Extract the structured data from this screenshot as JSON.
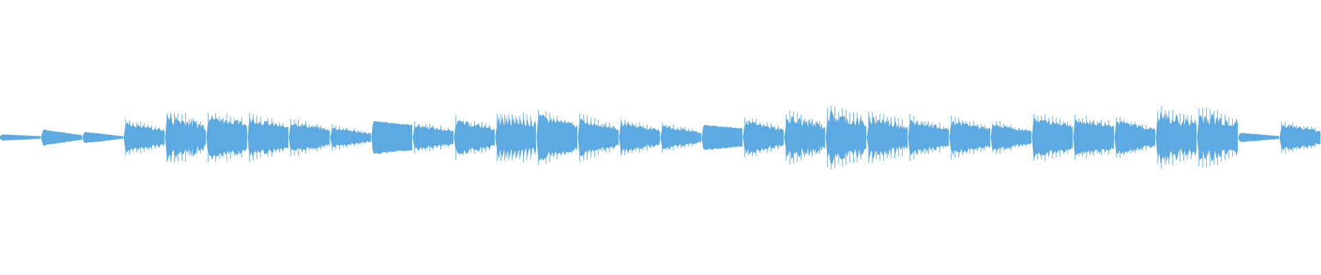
{
  "waveform": {
    "color": "#5DA9E1",
    "background": "#FFFFFF",
    "segments": [
      {
        "level": 0.12,
        "decay": 0.6,
        "texture": "smooth"
      },
      {
        "level": 0.3,
        "decay": 0.7,
        "texture": "smooth"
      },
      {
        "level": 0.22,
        "decay": 0.8,
        "texture": "smooth"
      },
      {
        "level": 0.55,
        "decay": 0.5,
        "texture": "dense"
      },
      {
        "level": 0.85,
        "decay": 0.45,
        "texture": "spiky"
      },
      {
        "level": 0.78,
        "decay": 0.35,
        "texture": "dense"
      },
      {
        "level": 0.7,
        "decay": 0.45,
        "texture": "dense"
      },
      {
        "level": 0.58,
        "decay": 0.5,
        "texture": "dense"
      },
      {
        "level": 0.38,
        "decay": 0.6,
        "texture": "dense"
      },
      {
        "level": 0.62,
        "decay": 0.25,
        "texture": "smooth"
      },
      {
        "level": 0.48,
        "decay": 0.5,
        "texture": "dense"
      },
      {
        "level": 0.62,
        "decay": 0.45,
        "texture": "dense"
      },
      {
        "level": 0.8,
        "decay": 0.2,
        "texture": "pulsed"
      },
      {
        "level": 0.82,
        "decay": 0.45,
        "texture": "dense"
      },
      {
        "level": 0.68,
        "decay": 0.5,
        "texture": "dense"
      },
      {
        "level": 0.58,
        "decay": 0.55,
        "texture": "dense"
      },
      {
        "level": 0.45,
        "decay": 0.6,
        "texture": "dense"
      },
      {
        "level": 0.48,
        "decay": 0.3,
        "texture": "smooth"
      },
      {
        "level": 0.6,
        "decay": 0.5,
        "texture": "dense"
      },
      {
        "level": 0.78,
        "decay": 0.4,
        "texture": "spiky"
      },
      {
        "level": 0.92,
        "decay": 0.35,
        "texture": "spiky"
      },
      {
        "level": 0.8,
        "decay": 0.4,
        "texture": "spiky"
      },
      {
        "level": 0.65,
        "decay": 0.5,
        "texture": "dense"
      },
      {
        "level": 0.62,
        "decay": 0.45,
        "texture": "dense"
      },
      {
        "level": 0.5,
        "decay": 0.55,
        "texture": "dense"
      },
      {
        "level": 0.72,
        "decay": 0.35,
        "texture": "dense"
      },
      {
        "level": 0.65,
        "decay": 0.3,
        "texture": "dense"
      },
      {
        "level": 0.62,
        "decay": 0.5,
        "texture": "dense"
      },
      {
        "level": 0.9,
        "decay": 0.35,
        "texture": "spiky"
      },
      {
        "level": 0.88,
        "decay": 0.3,
        "texture": "spiky"
      },
      {
        "level": 0.18,
        "decay": 0.7,
        "texture": "smooth"
      },
      {
        "level": 0.5,
        "decay": 0.5,
        "texture": "dense"
      }
    ]
  }
}
